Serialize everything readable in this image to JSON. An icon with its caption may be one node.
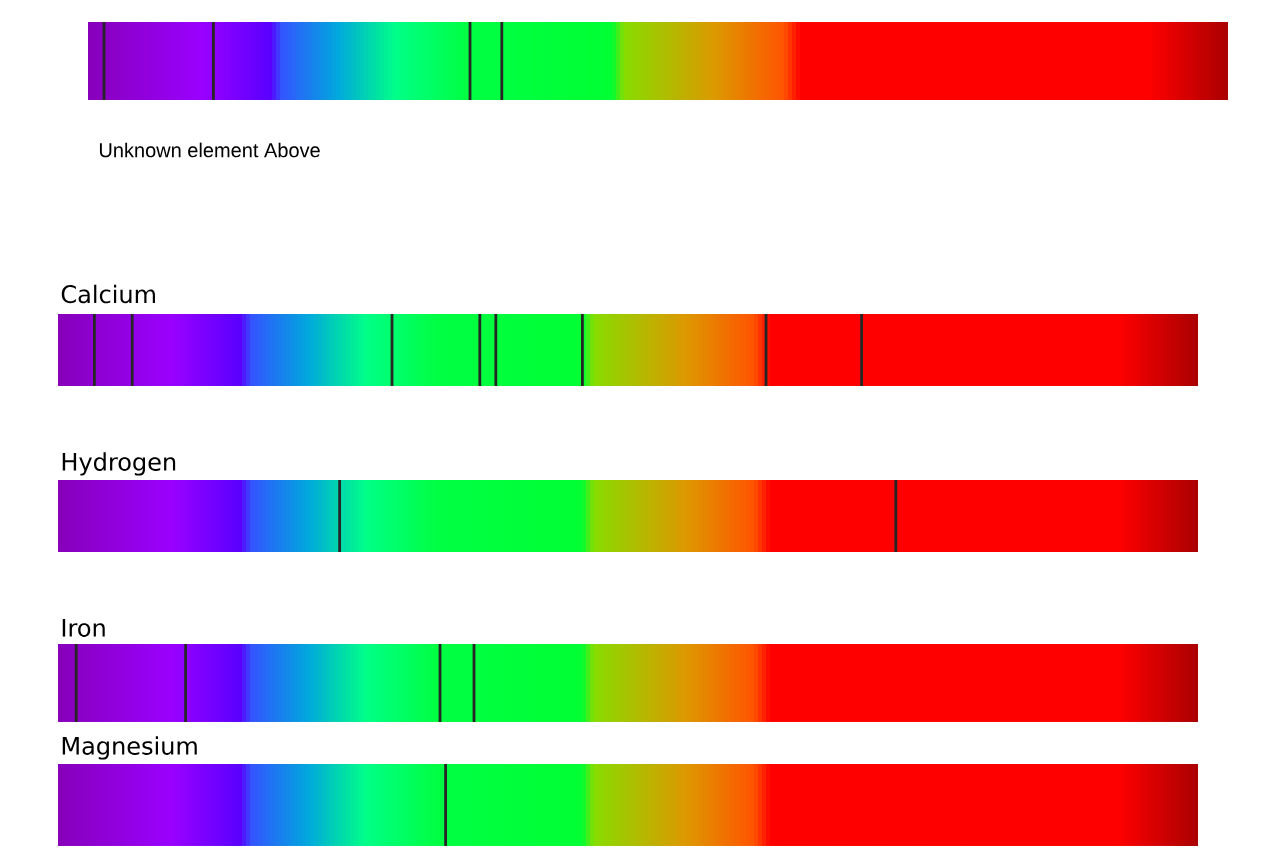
{
  "diagram": {
    "labels": [
      "Unknown element Above",
      "Calcium",
      "Hydrogen",
      "Iron",
      "Magnesium"
    ]
  }
}
